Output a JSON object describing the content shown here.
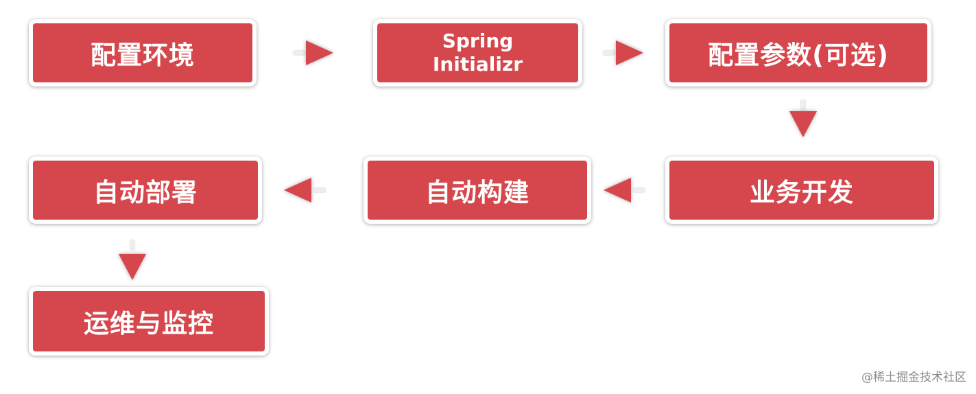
{
  "diagram": {
    "steps": {
      "s1": "配置环境",
      "s2_line1": "Spring",
      "s2_line2": "Initializr",
      "s3": "配置参数(可选)",
      "s4": "业务开发",
      "s5": "自动构建",
      "s6": "自动部署",
      "s7": "运维与监控"
    },
    "colors": {
      "box_fill": "#d5474c",
      "box_border": "#ffffff",
      "arrow": "#d5474c"
    }
  },
  "watermark": "@稀土掘金技术社区"
}
